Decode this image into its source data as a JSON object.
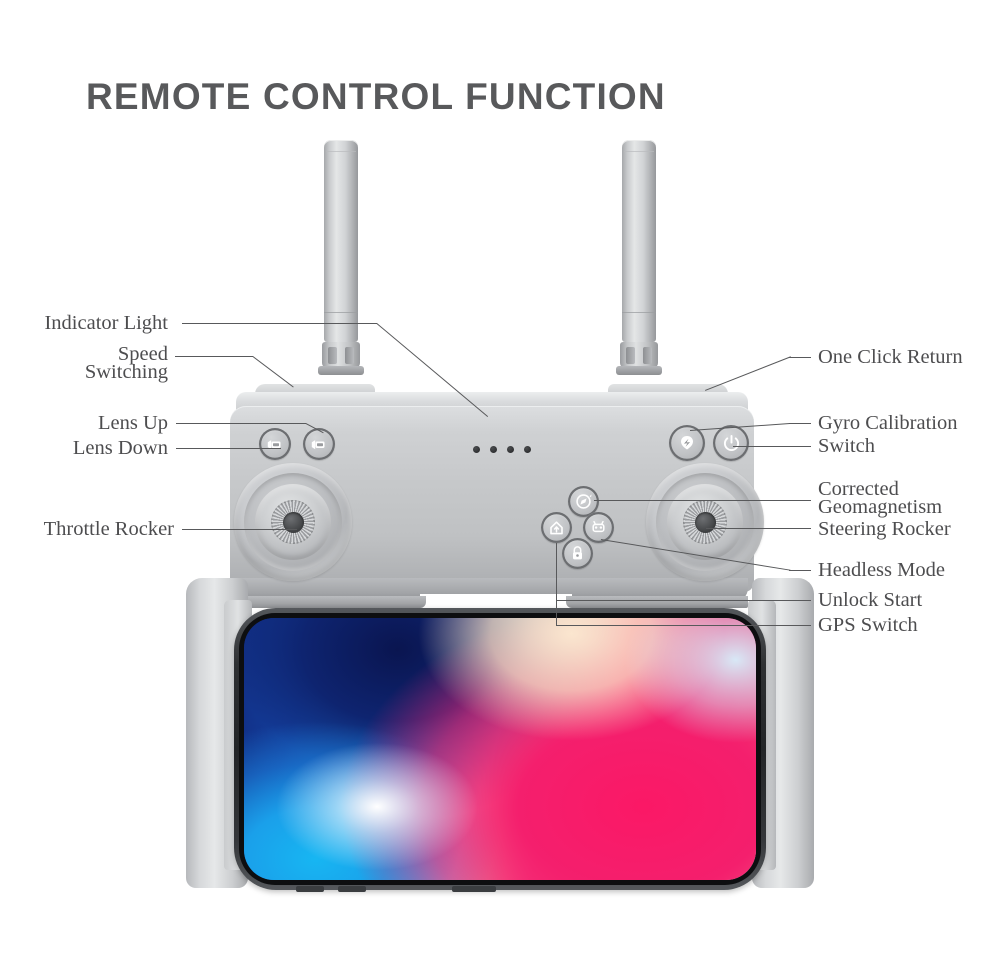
{
  "page": {
    "title": "REMOTE CONTROL FUNCTION",
    "title_color": "#58595b",
    "background": "#ffffff",
    "body_color": "#c6c8ca",
    "line_color": "#58595b",
    "label_color": "#4d4d4f"
  },
  "labels": {
    "left": [
      {
        "id": "indicator-light",
        "text": "Indicator Light"
      },
      {
        "id": "speed-switching-1",
        "text": "Speed"
      },
      {
        "id": "speed-switching-2",
        "text": "Switching"
      },
      {
        "id": "lens-up",
        "text": "Lens Up"
      },
      {
        "id": "lens-down",
        "text": "Lens Down"
      },
      {
        "id": "throttle-rocker",
        "text": "Throttle Rocker"
      }
    ],
    "right": [
      {
        "id": "one-click-return",
        "text": "One Click Return"
      },
      {
        "id": "gyro-calibration",
        "text": "Gyro Calibration"
      },
      {
        "id": "switch",
        "text": "Switch"
      },
      {
        "id": "corrected",
        "text": "Corrected"
      },
      {
        "id": "geomagnetism",
        "text": "Geomagnetism"
      },
      {
        "id": "steering-rocker",
        "text": "Steering Rocker"
      },
      {
        "id": "headless-mode",
        "text": "Headless Mode"
      },
      {
        "id": "unlock-start",
        "text": "Unlock Start"
      },
      {
        "id": "gps-switch",
        "text": "GPS Switch"
      }
    ]
  },
  "controller": {
    "antennas": [
      {
        "id": "antenna-left"
      },
      {
        "id": "antenna-right"
      }
    ],
    "indicator_leds": 4,
    "buttons": [
      {
        "id": "lens-up-button",
        "icon": "camera-up-icon"
      },
      {
        "id": "lens-down-button",
        "icon": "camera-down-icon"
      },
      {
        "id": "one-click-return-button",
        "icon": "return-home-icon"
      },
      {
        "id": "power-switch-button",
        "icon": "power-icon"
      },
      {
        "id": "gyro-calibration-button",
        "icon": "gyro-compass-icon"
      },
      {
        "id": "geomagnetism-button",
        "icon": "home-arrow-icon"
      },
      {
        "id": "headless-mode-button",
        "icon": "headless-mode-icon"
      },
      {
        "id": "gps-unlock-button",
        "icon": "lock-icon"
      }
    ],
    "sticks": [
      {
        "id": "throttle-rocker-stick"
      },
      {
        "id": "steering-rocker-stick"
      }
    ]
  },
  "phone": {
    "wallpaper": {
      "name": "gradient-wallpaper",
      "colors": [
        "#0e1d6e",
        "#1aa0ea",
        "#f41f6d",
        "#fbe6cf",
        "#ffffff"
      ]
    }
  }
}
